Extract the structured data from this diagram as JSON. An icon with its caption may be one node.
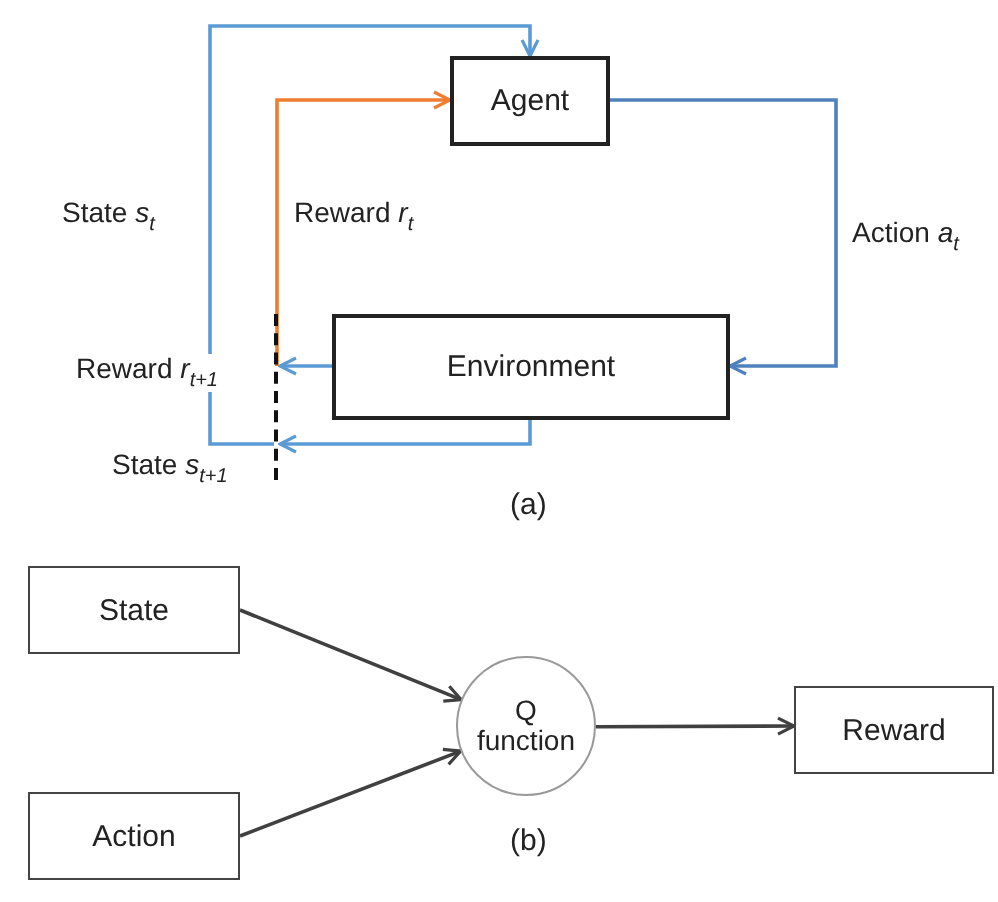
{
  "diagram": {
    "nodes": [
      {
        "text": [
          "Agent"
        ]
      },
      {
        "text": [
          "Environment"
        ]
      },
      {
        "text": [],
        "shape": "bar"
      },
      {
        "text": [
          "State"
        ]
      },
      {
        "text": [
          "Q function"
        ]
      },
      {
        "text": [
          "Reward"
        ]
      },
      {
        "text": [
          "Action"
        ]
      }
    ],
    "edges": [
      {
        "from": 0,
        "to": 1,
        "arrow": "to",
        "label": "Action *a*$_{t}$",
        "color": "#4f81bd"
      },
      {
        "from": 1,
        "to": 2,
        "arrow": "to",
        "color": "#5b9bd5"
      },
      {
        "from": 1,
        "to": 2,
        "arrow": "to",
        "color": "#5b9bd5"
      },
      {
        "from": 2,
        "to": 0,
        "arrow": "to",
        "label": "Reward *r*$_{t}$",
        "color": "#ed7d31"
      },
      {
        "from": 2,
        "to": 0,
        "arrow": "to",
        "label": "State *s*$_{t}$",
        "color": "#5b9bd5"
      },
      {
        "from": 3,
        "to": 4,
        "arrow": "to",
        "color": "#404040"
      },
      {
        "from": 6,
        "to": 4,
        "arrow": "to",
        "color": "#404040"
      },
      {
        "from": 4,
        "to": 5,
        "arrow": "to",
        "color": "#404040"
      }
    ],
    "labels": [
      "Reward *r*$_{t+1}$",
      "State *s*$_{t+1}$",
      "(a)",
      "(b)"
    ]
  }
}
